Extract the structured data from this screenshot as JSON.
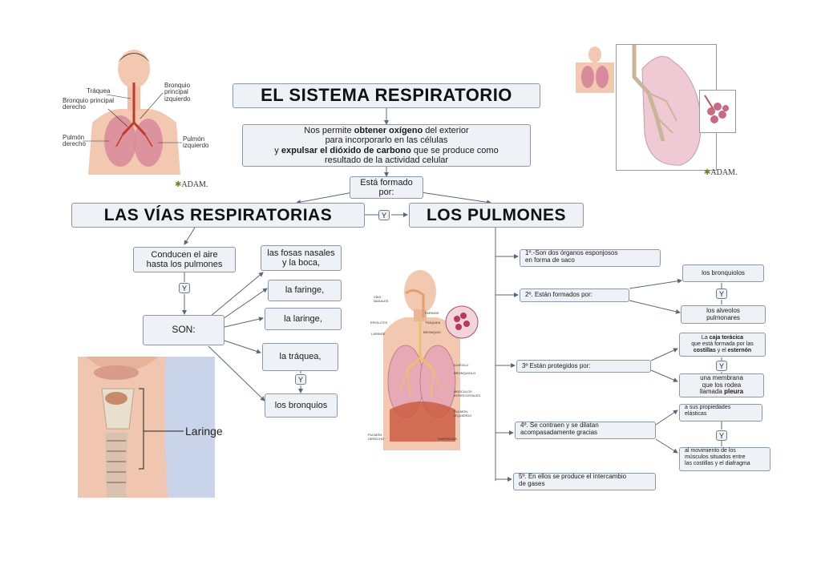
{
  "title": "EL SISTEMA RESPIRATORIO",
  "intro": {
    "l1a": "Nos permite ",
    "l1b": "obtener oxígeno",
    "l1c": " del exterior",
    "l2": "para  incorporarlo en las células",
    "l3a": "y ",
    "l3b": "expulsar el dióxido de carbono",
    "l3c": " que se produce como",
    "l4": "resultado de la actividad celular"
  },
  "formed_by": {
    "l1": "Está formado",
    "l2": "por:"
  },
  "and": "Y",
  "vias": {
    "heading": "LAS VÍAS RESPIRATORIAS",
    "conducen": {
      "l1": "Conducen el aire",
      "l2": "hasta los pulmones"
    },
    "son": "SON:",
    "items": {
      "fosas": {
        "l1": "las fosas nasales",
        "l2": "y la boca,"
      },
      "faringe": "la faringe,",
      "laringe": "la laringe,",
      "traquea": "la tráquea,",
      "bronquios": "los bronquios"
    }
  },
  "pulmones": {
    "heading": "LOS PULMONES",
    "p1": {
      "l1": "1º.-Son dos órganos esponjosos",
      "l2": "en forma de saco"
    },
    "p2": "2º. Están formados por:",
    "bronquiolos": "los bronquiolos",
    "alveolos": {
      "l1": "los alveolos",
      "l2": "pulmonares"
    },
    "p3": "3º Están protegidos por:",
    "caja": {
      "l1a": "La ",
      "l1b": "caja torácica",
      "l2": "que está formada por las",
      "l3a": "costillas",
      "l3b": " y el ",
      "l3c": "esternón"
    },
    "membrana": {
      "l1": "una membrana",
      "l2": "que los rodea",
      "l3a": "llamada ",
      "l3b": "pleura"
    },
    "p4": {
      "l1": "4º. Se contraen y se dilatan",
      "l2": "acompasadamente  gracias"
    },
    "propiedades": {
      "l1": "a sus propiedades",
      "l2": "elásticas"
    },
    "movimiento": {
      "l1": "al movimiento de los",
      "l2": "músculos situados entre",
      "l3": "las costillas y el diafragma"
    },
    "p5": {
      "l1": "5º. En ellos se produce el intercambio",
      "l2": "de gases"
    }
  },
  "fig_torso": {
    "traquea": "Tráquea",
    "bpd": {
      "l1": "Bronquio principal",
      "l2": "derecho"
    },
    "pd": {
      "l1": "Pulmón",
      "l2": "derecho"
    },
    "bpi": {
      "l1": "Bronquio",
      "l2": "principal",
      "l3": "izquierdo"
    },
    "pi": {
      "l1": "Pulmón",
      "l2": "izquierdo"
    },
    "brand": "ADAM."
  },
  "fig_lung": {
    "brand": "ADAM."
  },
  "fig_throat": {
    "label": "Laringe"
  },
  "fig_body": {
    "l_vias": {
      "l1": "VÍAS",
      "l2": "NASALES"
    },
    "l_epiglotis": "EPIGLOTIS",
    "l_laringe": "LARINGE",
    "l_faringe": "FARINGE",
    "l_traquea": "TRÁQUEA",
    "l_bronquio": "BRONQUIO",
    "l_alveolo": "ALVÉOLO",
    "l_bronquiolo": "BRONQUIOLO",
    "l_musculos": {
      "l1": "MÚSCULOS",
      "l2": "INTERCOSTALES"
    },
    "l_pulmon_izq": {
      "l1": "PULMÓN",
      "l2": "IZQUIERDO"
    },
    "l_pulmon_der": {
      "l1": "PULMÓN",
      "l2": "DERECHO"
    },
    "l_diafragma": "DIAFRAGMA"
  },
  "colors": {
    "box_fill": "#eef2f6",
    "box_border": "#8a98a8",
    "line": "#5a6878",
    "skin": "#f2c9b0",
    "lung": "#e8a9b6"
  }
}
